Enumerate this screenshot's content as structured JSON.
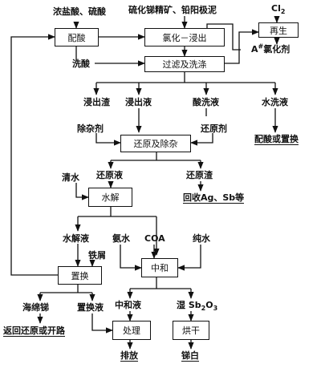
{
  "inputs": {
    "conc_hcl": "浓盐酸、硫酸",
    "ores": "硫化锑精矿、铅阳极泥",
    "cl2": "Cl",
    "cl2_sub": "2"
  },
  "boxes": {
    "acid_prep": "配酸",
    "chlorination": "氯化－浸出",
    "regen": "再生",
    "filter": "过滤及洗涤",
    "reduce_purify": "还原及除杂",
    "hydrolysis": "水解",
    "neutralize": "中和",
    "replace": "置换",
    "treatment": "处理",
    "drying": "烘干"
  },
  "labels": {
    "a_chlorinator_a": "A",
    "a_chlorinator_sup": "#",
    "a_chlorinator_b": "氯化剂",
    "wash_acid": "洗酸",
    "leach_residue": "浸出渣",
    "leach_liquor": "浸出液",
    "acid_wash_liquor": "酸洗液",
    "water_wash_liquor": "水洗液",
    "acid_or_replace": "配酸或置换",
    "impurity_remover": "除杂剂",
    "reductant": "还原剂",
    "clear_water": "清水",
    "reduced_liquor": "还原液",
    "reduced_residue": "还原渣",
    "recover": "回收Ag、Sb等",
    "hydrolysis_liquor": "水解液",
    "ammonia": "氨水",
    "coa": "COA",
    "pure_water": "纯水",
    "iron_filings": "铁屑",
    "sponge_sb": "海绵锑",
    "replace_liquor": "置换液",
    "neutral_liquor": "中和液",
    "wet_sb2o3_a": "湿 Sb",
    "wet_sb2o3_s1": "2",
    "wet_sb2o3_b": "O",
    "wet_sb2o3_s2": "3",
    "return_or_open": "返回还原或开路",
    "discharge": "排放",
    "antimony_white": "锑白"
  }
}
